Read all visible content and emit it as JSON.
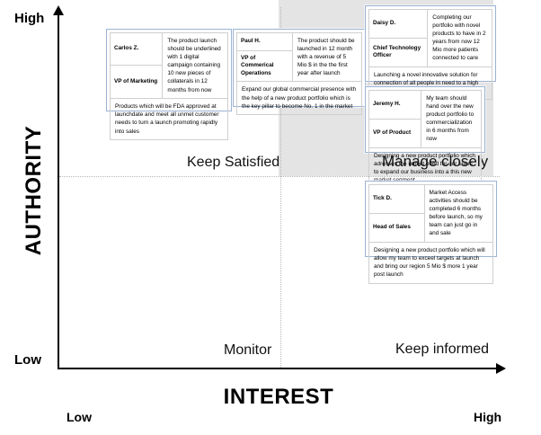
{
  "axes": {
    "y_title": "AUTHORITY",
    "y_high": "High",
    "y_low": "Low",
    "x_title": "INTEREST",
    "x_low": "Low",
    "x_high": "High"
  },
  "quadrants": {
    "top_left": "Keep Satisfied",
    "top_right": "Manage closely",
    "bottom_left": "Monitor",
    "bottom_right": "Keep informed"
  },
  "colors": {
    "shade": "#e4e4e4",
    "card_border": "#9bb3d4",
    "cell_border": "#cfcfcf",
    "axis": "#000000",
    "divider": "#b8b8b8"
  },
  "stakeholders": [
    {
      "id": "carlos",
      "name": "Carlos Z.",
      "role": "VP of Marketing",
      "quote": "The product launch should be underlined with 1 digital campaign containing 10 new pieces of collaterals in 12 months from now",
      "note": "Products which will be FDA approved at launchdate and meet all unmet customer needs to turn a launch promoting rapidly into sales"
    },
    {
      "id": "paul",
      "name": "Paul H.",
      "role": "VP of Commerical Operations",
      "quote": "The product should be launched in 12 month with a revenue of 5 Mio $ in the the first year after launch",
      "note": "Expand our global commercial presence with the help of a new product portfolio which is the key pillar to become No. 1 in the market"
    },
    {
      "id": "daisy",
      "name": "Daisy D.",
      "role": "Chief Technology Officer",
      "quote": "Completing our portfolio with novel products to have in 2 years from now 12 Mio more patients connected to care",
      "note": "Launching a novel innovative solution for connection of all people in need to a high quality health service"
    },
    {
      "id": "jeremy",
      "name": "Jeremy H.",
      "role": "VP of Product",
      "quote": "My team should hand over the new product portfolio to commercialization in 6 months from now",
      "note": "Designing a new product portfolio which adresses the unmet need for our users to expand our business into a this new market segment"
    },
    {
      "id": "tick",
      "name": "Tick D.",
      "role": "Head of Sales",
      "quote": "Market Access activities should be completed 6 months before launch, so my team can just go in and sale",
      "note": "Designing a new product portfolio which will allow my team to exceel targets at launch and bring our region 5 Mio $ more 1 year post launch"
    }
  ]
}
